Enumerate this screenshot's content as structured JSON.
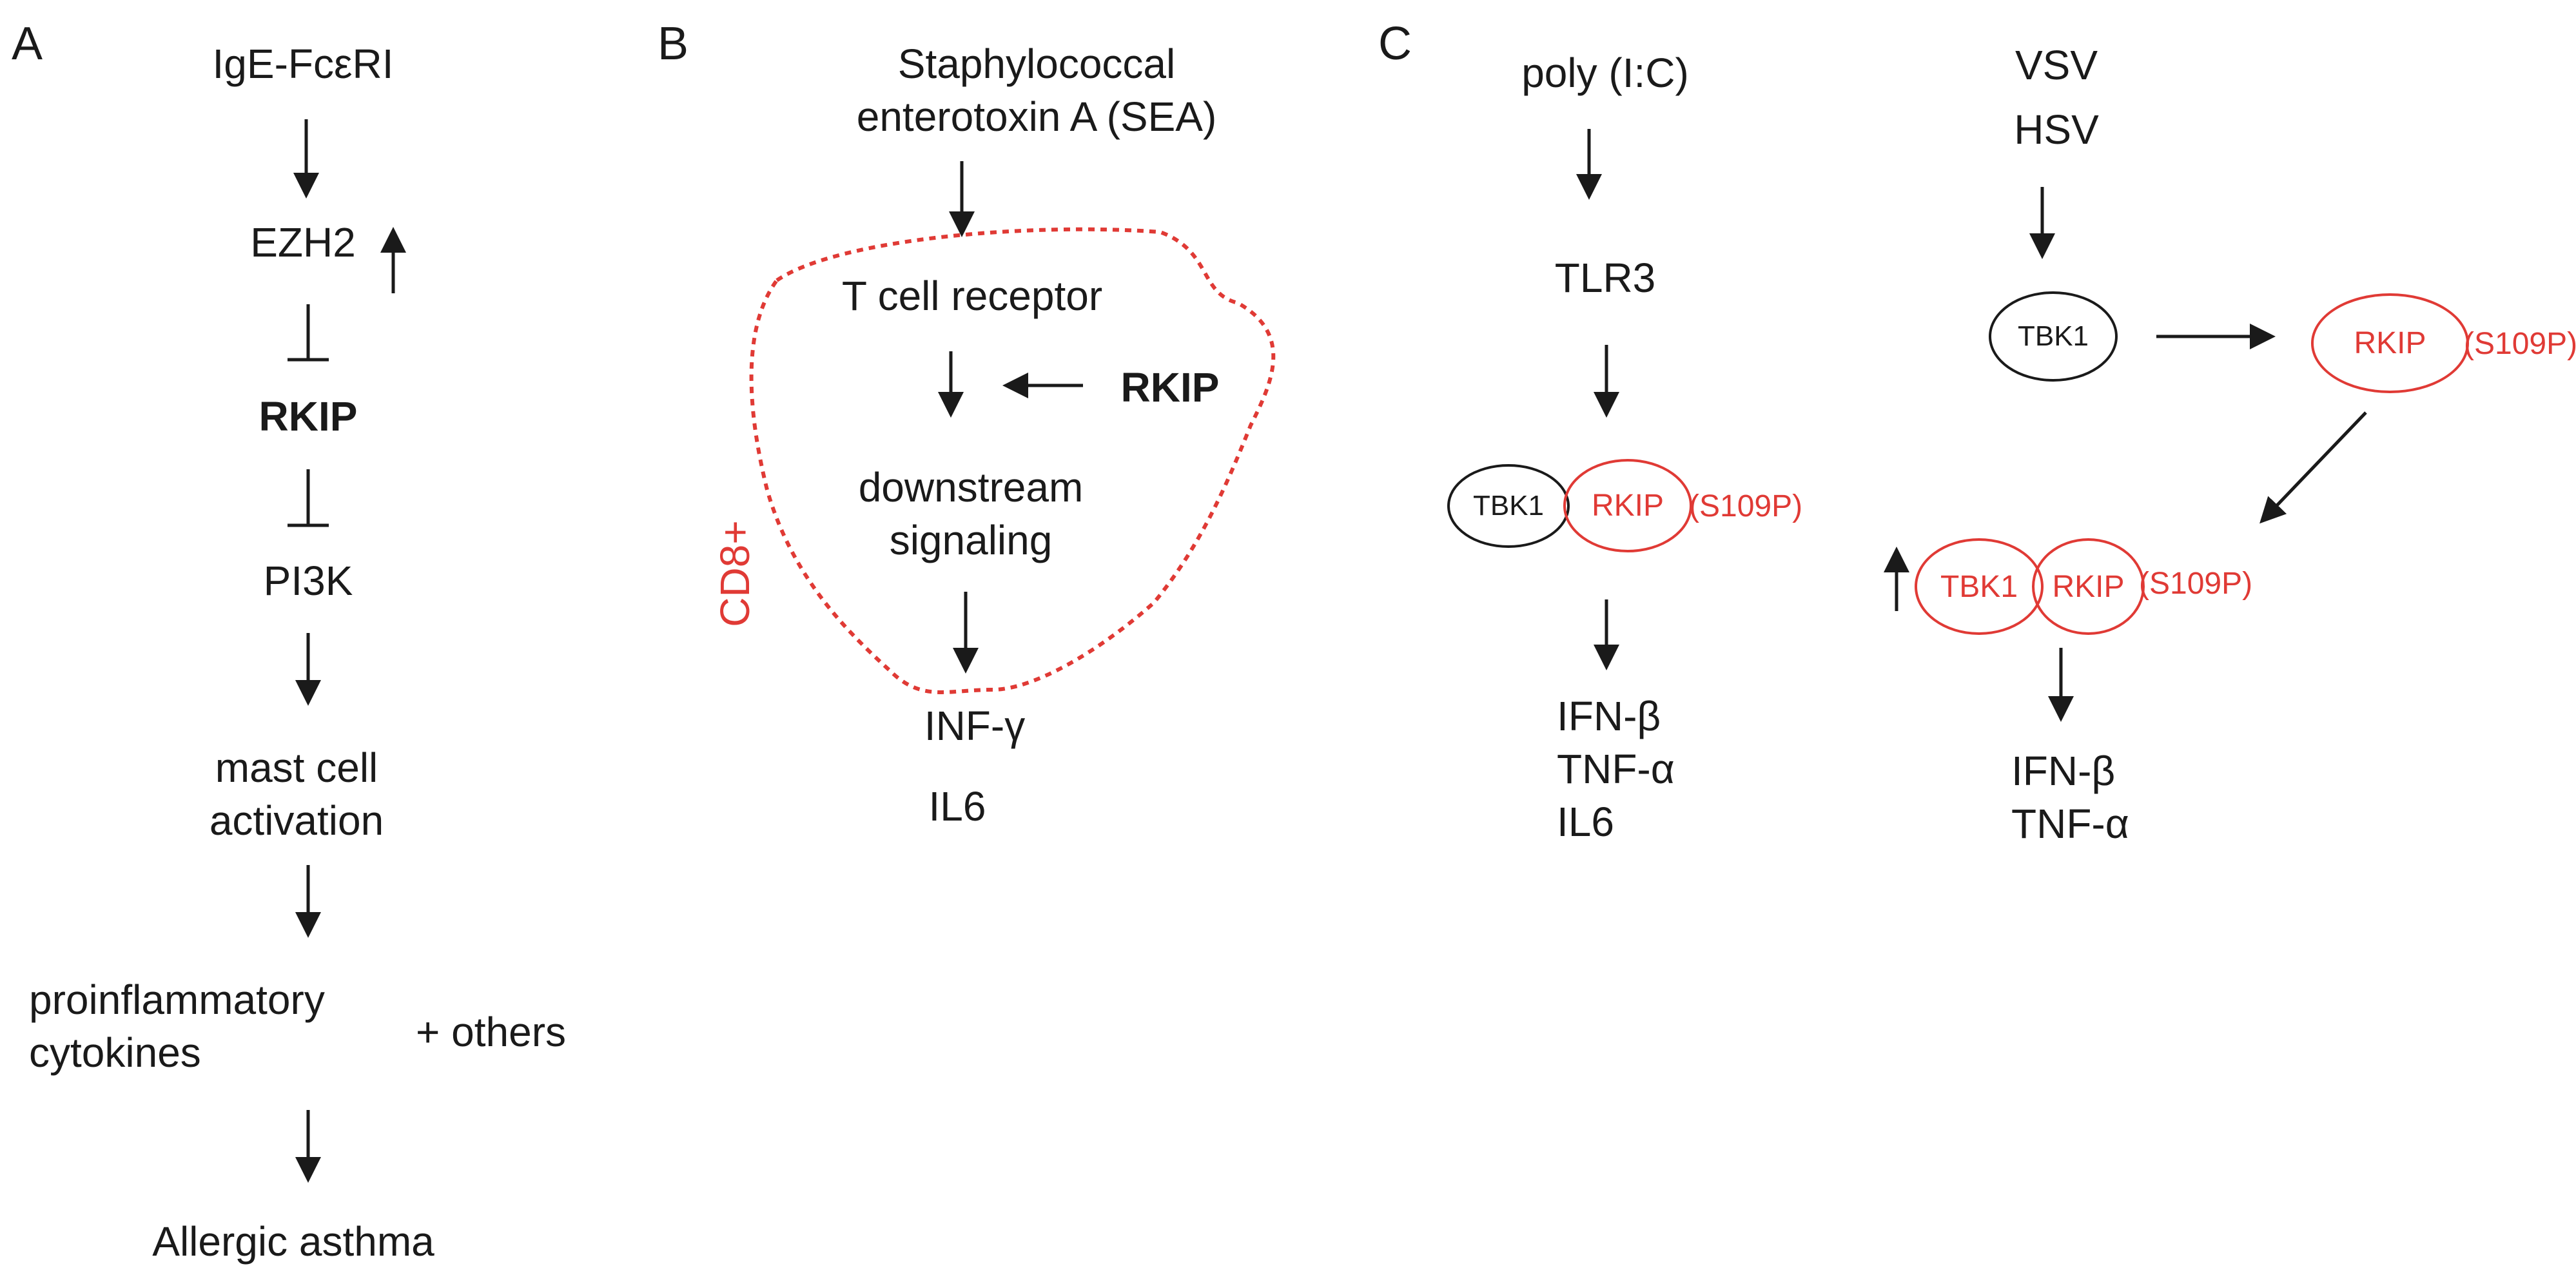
{
  "panels": {
    "a": {
      "letter": "A",
      "ige": "IgE-FcεRI",
      "ezh2": "EZH2",
      "rkip": "RKIP",
      "pi3k": "PI3K",
      "mast": "mast cell\nactivation",
      "proinflammatory": "proinflammatory\ncytokines",
      "others": "+ others",
      "asthma": "Allergic asthma"
    },
    "b": {
      "letter": "B",
      "sea": "Staphylococcal\nenterotoxin A (SEA)",
      "tcr": "T cell receptor",
      "rkip": "RKIP",
      "downstream": "downstream\nsignaling",
      "cd8": "CD8+",
      "infg": "INF-γ",
      "il6": "IL6"
    },
    "c": {
      "letter": "C",
      "polyic": "poly (I:C)",
      "tlr3": "TLR3",
      "tbk1_left": "TBK1",
      "rkip_left": "RKIP",
      "s109p_left": "(S109P)",
      "outputs_left": "IFN-β\nTNF-α\nIL6",
      "vsv": "VSV",
      "hsv": "HSV",
      "tbk1_top": "TBK1",
      "rkip_top": "RKIP",
      "s109p_top": "(S109P)",
      "tbk1_bottom": "TBK1",
      "rkip_bottom": "RKIP",
      "s109p_bottom": "(S109P)",
      "outputs_right": "IFN-β\nTNF-α"
    }
  },
  "colors": {
    "text": "#1a1a1a",
    "highlight": "#e03a35"
  }
}
